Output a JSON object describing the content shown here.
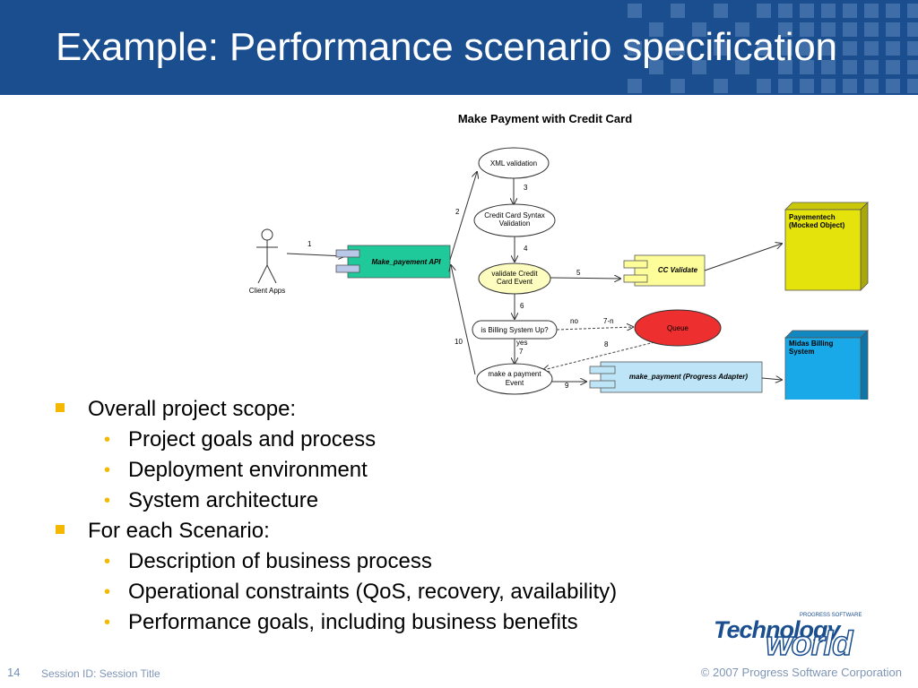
{
  "slide": {
    "title": "Example: Performance scenario specification",
    "slide_number": "14",
    "session_text": "Session ID: Session Title",
    "copyright": "© 2007 Progress Software Corporation"
  },
  "logo": {
    "tagline": "PROGRESS SOFTWARE",
    "word1": "Technology",
    "word2": "world"
  },
  "diagram": {
    "title": "Make  Payment with Credit Card",
    "actor": "Client Apps",
    "api_component": "Make_payement API",
    "cc_validate": "CC Validate",
    "progress_adapter": "make_payment (Progress Adapter)",
    "node_paymentech_1": "Payementech",
    "node_paymentech_2": "(Mocked Object)",
    "node_midas_1": "Midas Billing",
    "node_midas_2": "System",
    "xml_validation": "XML validation",
    "cc_syntax_1": "Credit Card Syntax",
    "cc_syntax_2": "Validation",
    "validate_event_1": "validate Credit",
    "validate_event_2": "Card Event",
    "billing_up": "is Billing System Up?",
    "payment_event_1": "make a payment",
    "payment_event_2": "Event",
    "queue": "Queue",
    "labels": {
      "n1": "1",
      "n2": "2",
      "n3": "3",
      "n4": "4",
      "n5": "5",
      "n6": "6",
      "n7": "7",
      "n8": "8",
      "n9": "9",
      "n10": "10",
      "no": "no",
      "yes": "yes",
      "n7n": "7-n"
    }
  },
  "bullets": [
    {
      "text": "Overall project scope:",
      "children": [
        "Project goals and process",
        "Deployment environment",
        "System architecture"
      ]
    },
    {
      "text": "For each Scenario:",
      "children": [
        "Description of business process",
        "Operational constraints (QoS, recovery, availability)",
        "Performance goals, including business benefits"
      ]
    }
  ],
  "colors": {
    "header": "#1a4e8f",
    "bullet_marker": "#f5b800",
    "api_component": "#1fc99a",
    "cc_validate": "#fdfd9a",
    "progress_adapter": "#bde5f7",
    "paymentech_node": "#e4e30c",
    "midas_node": "#19a9e8",
    "queue": "#ee2f2f",
    "validate_event": "#fdfdc0"
  }
}
